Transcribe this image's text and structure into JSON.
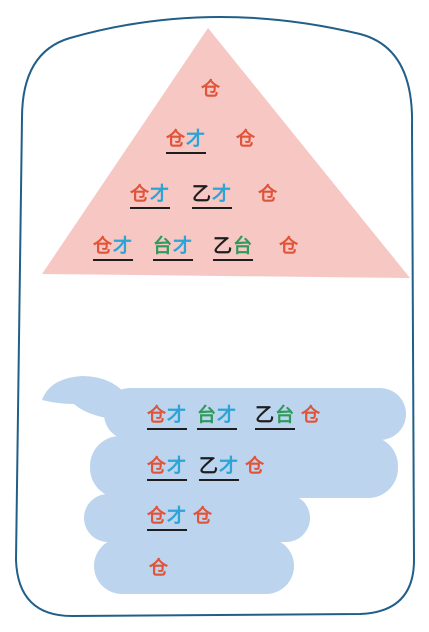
{
  "colors": {
    "frame": "#215f8a",
    "triangle": "#f6c7c3",
    "snake": "#bcd4ee",
    "c0": "#e0543a",
    "c1": "#2ea3d6",
    "c2": "#2f9a5c",
    "c3": "#1e1e1e"
  },
  "pyramid": {
    "row1": {
      "solo": "仓"
    },
    "row2": {
      "g1": [
        "仓",
        "才"
      ],
      "solo": "仓"
    },
    "row3": {
      "g1": [
        "仓",
        "才"
      ],
      "g2": [
        "乙",
        "才"
      ],
      "solo": "仓"
    },
    "row4": {
      "g1": [
        "仓",
        "才"
      ],
      "g2": [
        "台",
        "才"
      ],
      "g3": [
        "乙",
        "台"
      ],
      "solo": "仓"
    }
  },
  "snake": {
    "row1": {
      "g1": [
        "仓",
        "才"
      ],
      "g2": [
        "台",
        "才"
      ],
      "g3": [
        "乙",
        "台"
      ],
      "solo": "仓"
    },
    "row2": {
      "g1": [
        "仓",
        "才"
      ],
      "g2": [
        "乙",
        "才"
      ],
      "solo": "仓"
    },
    "row3": {
      "g1": [
        "仓",
        "才"
      ],
      "solo": "仓"
    },
    "row4": {
      "solo": "仓"
    }
  }
}
